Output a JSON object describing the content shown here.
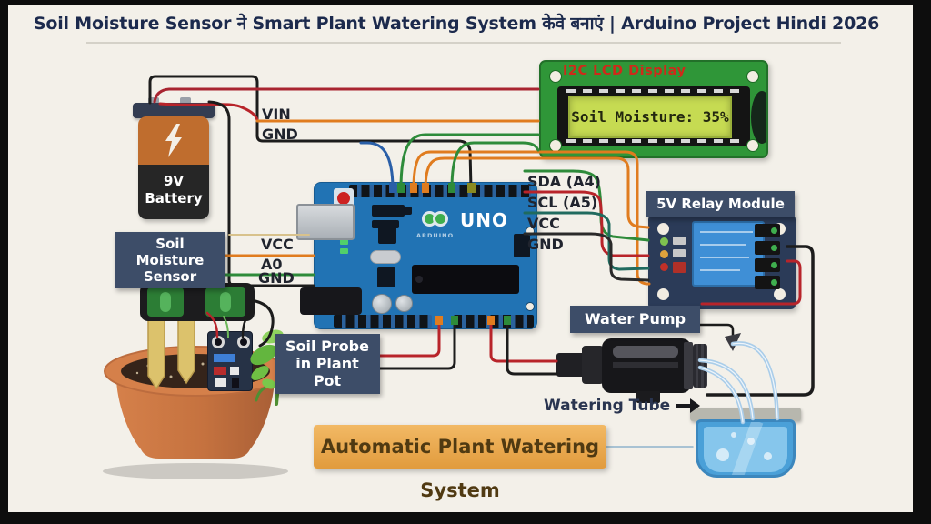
{
  "title": "Soil Moisture Sensor ने Smart Plant Watering System केवे बनाएं | Arduino Project Hindi 2026",
  "battery": {
    "lines": [
      "9V",
      "Battery"
    ]
  },
  "lcd": {
    "title": "I2C LCD Display",
    "screen": "Soil Moisture: 35%"
  },
  "arduino": {
    "name": "UNO",
    "brand": "ARDUINO"
  },
  "relay": {
    "label": "5V Relay Module"
  },
  "labels": {
    "soil_sensor": [
      "Soil Moisture",
      "Sensor"
    ],
    "soil_probe": [
      "Soil Probe",
      "in Plant Pot"
    ],
    "water_pump": "Water Pump",
    "watering_tube": "Watering Tube",
    "banner": "Automatic Plant Watering System"
  },
  "pins": {
    "vin": "VIN",
    "gnd_top": "GND",
    "vcc_left": "VCC",
    "a0": "A0",
    "gnd_left": "GND",
    "sda": "SDA (A4)",
    "scl": "SCL (A5)",
    "vcc_right": "VCC",
    "gnd_right": "GND"
  },
  "colors": {
    "background": "#f3f0e9",
    "frame": "#0d0d0d",
    "tag_navy": "#3d4d68",
    "title_navy": "#1c2a4d",
    "banner_orange": "#e8a84c",
    "lcd_green": "#2f9638",
    "lcd_screen": "#c6db52",
    "arduino_blue": "#2173b4",
    "relay_navy": "#2b3b58",
    "wire_red": "#b8242a",
    "wire_orange": "#e07c1f",
    "wire_green": "#2e8b3a",
    "wire_teal": "#206b5f",
    "wire_blue": "#2a5fa8",
    "wire_black": "#1c1c1c",
    "pot_terracotta": "#cd7c49",
    "water_blue": "#4aa0d8"
  }
}
